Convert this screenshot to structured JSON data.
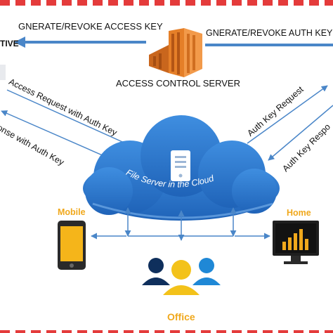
{
  "labels": {
    "generate_left": "GNERATE/REVOKE ACCESS  KEY",
    "generate_right": "GNERATE/REVOKE AUTH  KEY",
    "left_edge_fragment": "TIVE",
    "access_control_server": "ACCESS CONTROL SERVER",
    "access_request": "Access Request with Auth Key",
    "response_left": "ponse with Auth Key",
    "auth_key_request": "Auth Key Request",
    "auth_key_response": "Auth Key Respo",
    "cloud_label": "File Server in the Cloud",
    "mobile": "Mobile",
    "home": "Home",
    "office": "Office"
  },
  "icons": {
    "server_stack": "aws-server-icon",
    "cloud": "cloud-icon",
    "phone": "mobile-phone-icon",
    "monitor": "monitor-bar-chart-icon",
    "people": "users-group-icon"
  },
  "colors": {
    "arrow": "#4a86c8",
    "cloud_dark": "#1f63b8",
    "cloud_light": "#3f8ee0",
    "server_orange": "#e57f28",
    "accent_yellow": "#f0a81c",
    "border_red": "#e43b3b"
  }
}
